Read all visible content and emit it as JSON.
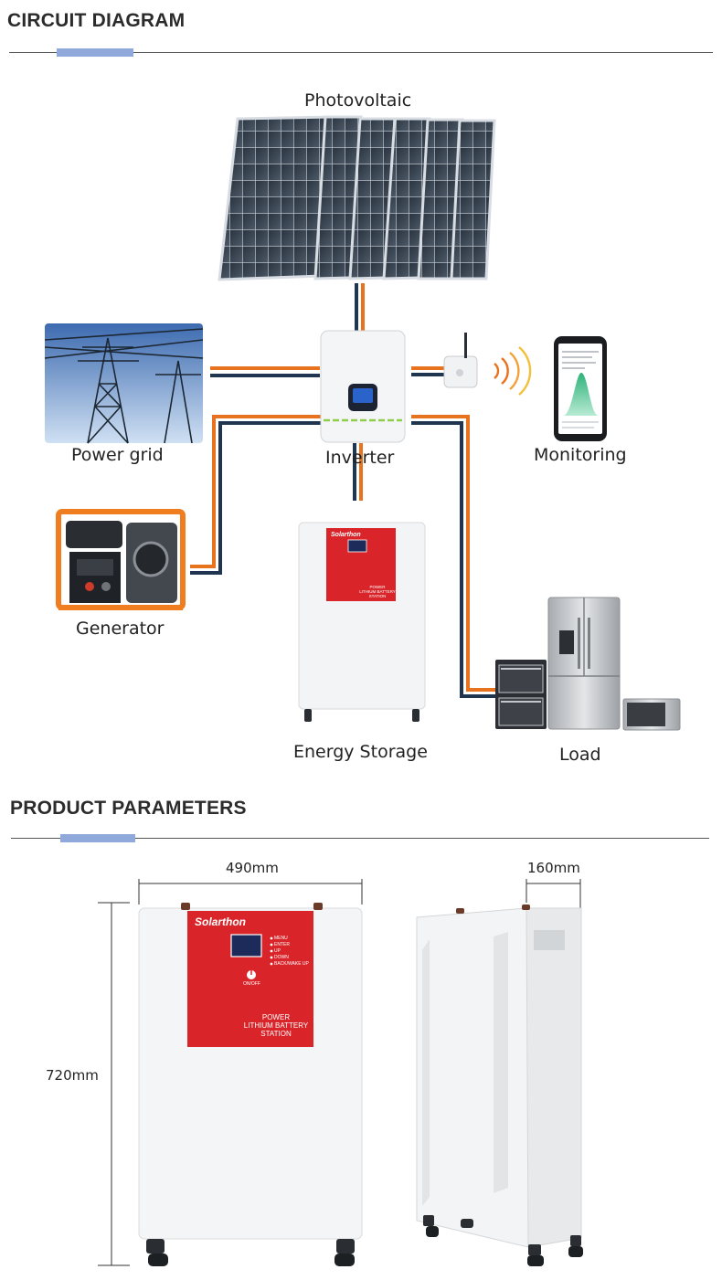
{
  "sections": {
    "circuit_title": "CIRCUIT DIAGRAM",
    "params_title": "PRODUCT PARAMETERS"
  },
  "diagram": {
    "photovoltaic": "Photovoltaic",
    "power_grid": "Power grid",
    "inverter": "Inverter",
    "monitoring": "Monitoring",
    "generator": "Generator",
    "energy_storage": "Energy Storage",
    "load": "Load"
  },
  "battery": {
    "brand": "Solarthon",
    "panel_line1": "POWER",
    "panel_line2": "LITHIUM BATTERY",
    "panel_line3": "STATION",
    "buttons": [
      "MENU",
      "ENTER",
      "UP",
      "DOWN",
      "BACK/WAKE UP"
    ],
    "onoff": "ON/OFF"
  },
  "dimensions": {
    "width": "490mm",
    "depth": "160mm",
    "height": "720mm"
  },
  "colors": {
    "accent_bar": "#90a9db",
    "wire_orange": "#e8731f",
    "wire_navy": "#1f3550",
    "battery_red": "#d9252a"
  }
}
